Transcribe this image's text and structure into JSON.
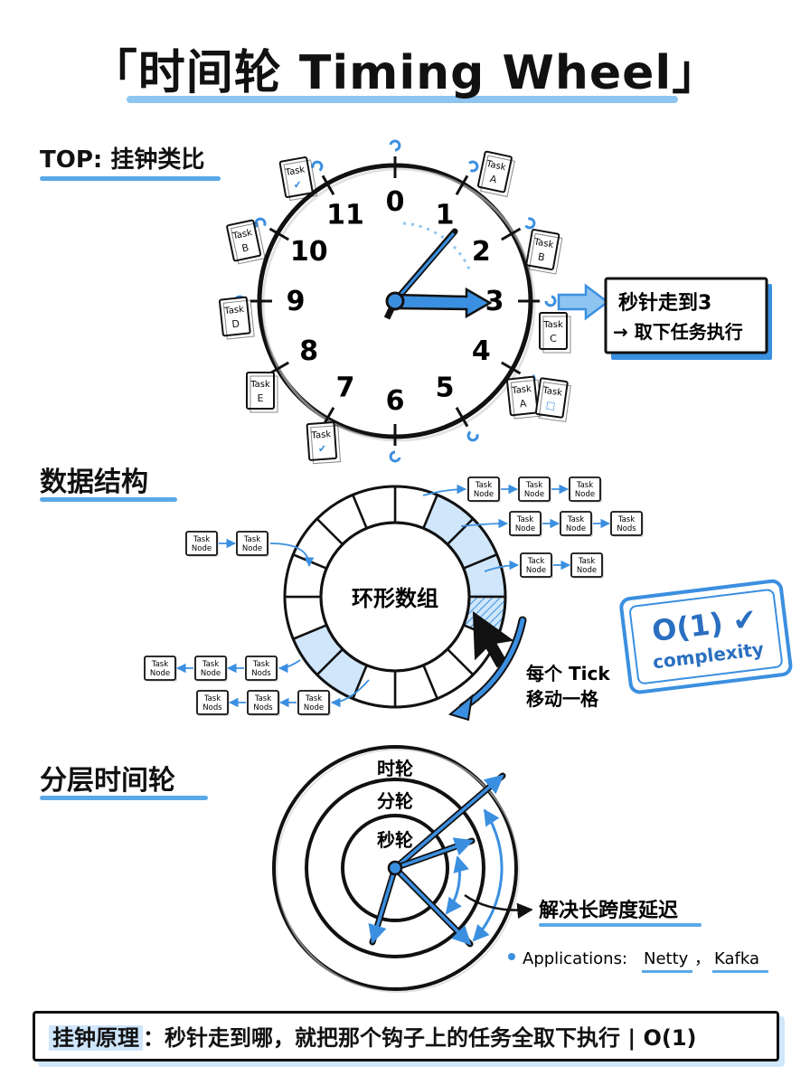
{
  "title": {
    "bracket_open": "「",
    "text": "时间轮 Timing Wheel",
    "bracket_close": "」"
  },
  "section1": {
    "heading": "TOP: 挂钟类比",
    "clock_numbers": [
      "0",
      "1",
      "2",
      "3",
      "4",
      "5",
      "6",
      "7",
      "8",
      "9",
      "10",
      "11"
    ],
    "tags": [
      {
        "line1": "Task",
        "line2": "✔"
      },
      {
        "line1": "Task",
        "line2": "A"
      },
      {
        "line1": "Task",
        "line2": "B"
      },
      {
        "line1": "Task",
        "line2": "C"
      },
      {
        "line1": "Task",
        "line2": "A"
      },
      {
        "line1": "Task",
        "line2": "□"
      },
      {
        "line1": "Task",
        "line2": "✔"
      },
      {
        "line1": "Task",
        "line2": "E"
      },
      {
        "line1": "Task",
        "line2": "D"
      },
      {
        "line1": "Task",
        "line2": "B"
      },
      {
        "line1": "Task",
        "line2": "✔"
      }
    ],
    "callout_line1": "秒针走到3",
    "callout_line2": "→ 取下任务执行"
  },
  "section2": {
    "heading": "数据结构",
    "ring_label": "环形数组",
    "chains": [
      [
        "Task Node",
        "Task Node",
        "Task Node"
      ],
      [
        "Task Node",
        "Task Node",
        "Task Nods"
      ],
      [
        "Tack Node",
        "Task Node"
      ],
      [
        "Task Node",
        "Task Node"
      ],
      [
        "Task Node",
        "Task Node",
        "Task Nods"
      ],
      [
        "Task Nods",
        "Task Nods",
        "Task Node"
      ]
    ],
    "tick_line1": "每个 Tick",
    "tick_line2": "移动一格",
    "badge_line1": "O(1) ✔",
    "badge_line2": "complexity"
  },
  "section3": {
    "heading": "分层时间轮",
    "ring_hour": "时轮",
    "ring_minute": "分轮",
    "ring_second": "秒轮",
    "note": "解决长跨度延迟",
    "applications_label": "Applications:",
    "app1": "Netty",
    "separator": "，",
    "app2": "Kafka"
  },
  "footer": {
    "key": "挂钟原理",
    "text": "：秒针走到哪，就把那个钩子上的任务全取下执行 | O(1)"
  },
  "colors": {
    "accent": "#3b8fe0",
    "accent_light": "#cfe6fb",
    "ink": "#111111"
  }
}
